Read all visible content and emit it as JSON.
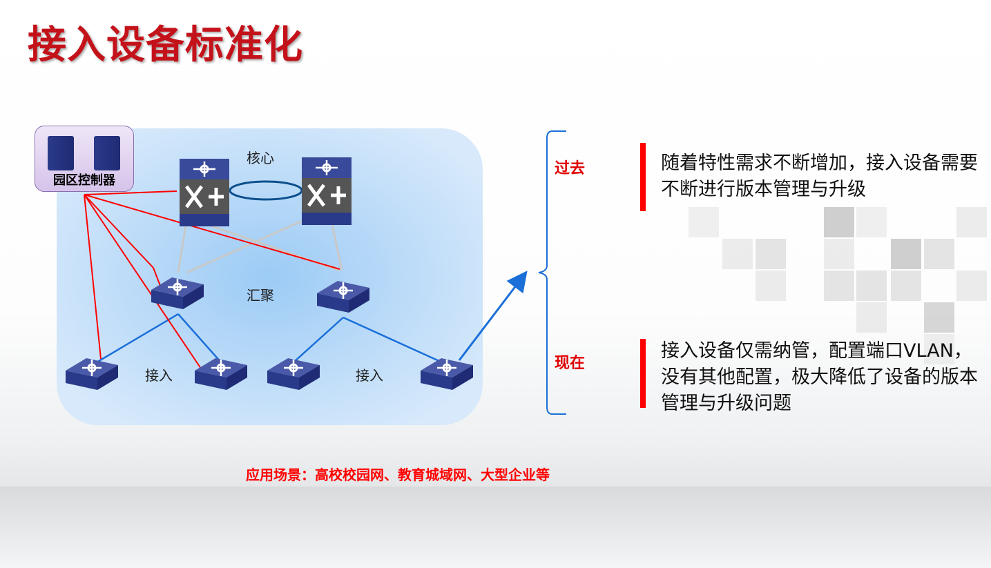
{
  "title": "接入设备标准化",
  "diagram": {
    "controller_label": "园区控制器",
    "core_label": "核心",
    "aggregation_label": "汇聚",
    "access_label_left": "接入",
    "access_label_right": "接入"
  },
  "past": {
    "label": "过去",
    "text": "随着特性需求不断增加，接入设备需要不断进行版本管理与升级"
  },
  "now": {
    "label": "现在",
    "text": "接入设备仅需纳管，配置端口VLAN，没有其他配置，极大降低了设备的版本管理与升级问题"
  },
  "scenarios": "应用场景：高校校园网、教育城域网、大型企业等",
  "colors": {
    "title": "#c4121a",
    "accent_red": "#ff0000",
    "link_blue": "#1a6fd8",
    "device_blue": "#2a3a8a"
  }
}
